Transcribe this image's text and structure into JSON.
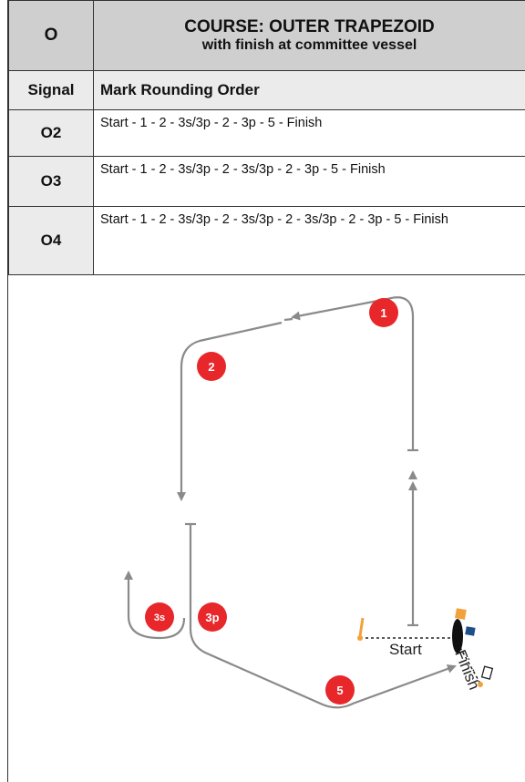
{
  "header": {
    "course_code": "O",
    "title": "COURSE: OUTER TRAPEZOID",
    "subtitle": "with finish at committee vessel"
  },
  "columns": {
    "signal": "Signal",
    "order": "Mark Rounding Order"
  },
  "rows": [
    {
      "signal": "O2",
      "order": "Start - 1 - 2 - 3s/3p - 2 - 3p - 5 - Finish"
    },
    {
      "signal": "O3",
      "order": "Start - 1 - 2 - 3s/3p - 2 - 3s/3p - 2 - 3p - 5 - Finish"
    },
    {
      "signal": "O4",
      "order": "Start - 1 - 2 - 3s/3p - 2 - 3s/3p - 2 - 3s/3p - 2 - 3p - 5 - Finish"
    }
  ],
  "diagram": {
    "marks": [
      {
        "id": "1",
        "label": "1"
      },
      {
        "id": "2",
        "label": "2"
      },
      {
        "id": "3s",
        "label": "3s"
      },
      {
        "id": "3p",
        "label": "3p"
      },
      {
        "id": "5",
        "label": "5"
      }
    ],
    "start_label": "Start",
    "finish_label": "Finish",
    "colors": {
      "mark": "#e8272b",
      "course_line": "#8a8a8a",
      "pin_flag": "#f2a23a",
      "committee_flag_orange": "#f2a23a",
      "committee_flag_blue": "#1f4f8a",
      "vessel": "#111111"
    }
  }
}
